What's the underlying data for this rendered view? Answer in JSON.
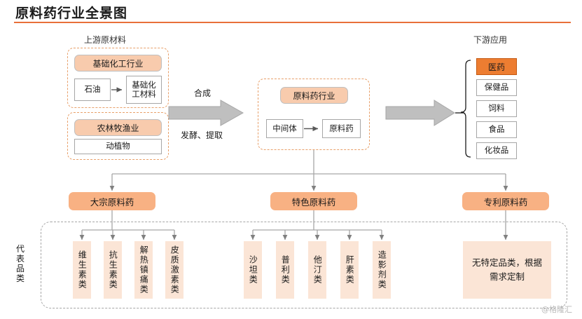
{
  "page": {
    "title": "原料药行业全景图",
    "watermark": "@格隆汇",
    "accent_color": "#ED7D31",
    "rule_color": "#E8703A",
    "pill_color": "#F8CBAD",
    "category_color": "#F8B183",
    "product_color": "#FBE5D6"
  },
  "sections": {
    "upstream_caption": "上游原材料",
    "downstream_caption": "下游应用",
    "representative_label": "代表品类"
  },
  "upstream": {
    "groups": [
      {
        "header": "基础化工行业",
        "nodes": [
          {
            "label": "石油"
          },
          {
            "label": "基础化工材料"
          }
        ]
      },
      {
        "header": "农林牧渔业",
        "nodes": [
          {
            "label": "动植物"
          }
        ]
      }
    ]
  },
  "process_arrow": {
    "label_top": "合成",
    "label_bottom": "发酵、提取"
  },
  "midstream": {
    "header": "原料药行业",
    "nodes": [
      {
        "label": "中间体"
      },
      {
        "label": "原料药"
      }
    ]
  },
  "downstream": {
    "items": [
      {
        "label": "医药",
        "highlighted": true
      },
      {
        "label": "保健品",
        "highlighted": false
      },
      {
        "label": "饲料",
        "highlighted": false
      },
      {
        "label": "食品",
        "highlighted": false
      },
      {
        "label": "化妆品",
        "highlighted": false
      }
    ]
  },
  "categories": [
    {
      "name": "大宗原料药",
      "products": [
        "维生素类",
        "抗生素类",
        "解热镇痛类",
        "皮质激素类"
      ]
    },
    {
      "name": "特色原料药",
      "products": [
        "沙坦类",
        "普利类",
        "他汀类",
        "肝素类",
        "造影剂类"
      ]
    },
    {
      "name": "专利原料药",
      "products": [
        "无特定品类，根据\n需求定制"
      ]
    }
  ]
}
